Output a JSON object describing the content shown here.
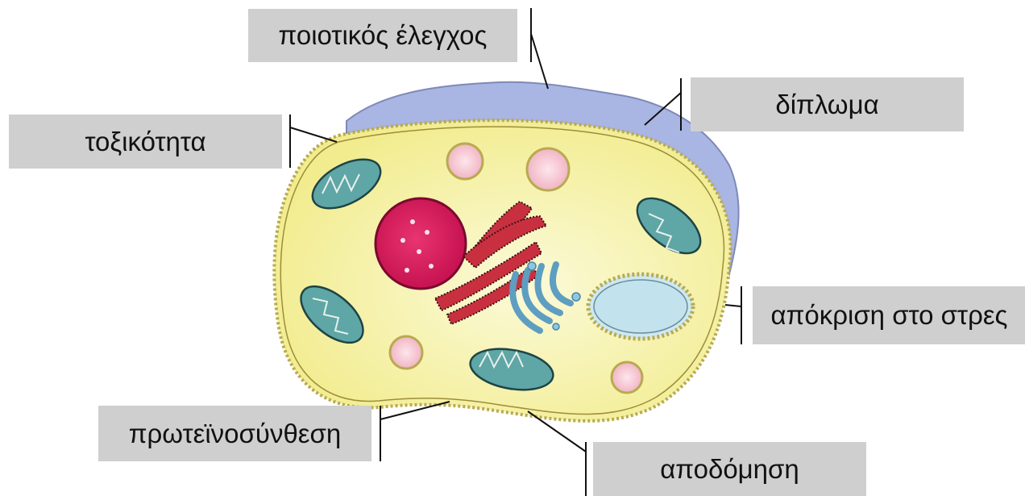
{
  "labels": {
    "quality_control": "ποιοτικός έλεγχος",
    "folding": "δίπλωμα",
    "toxicity": "τοξικότητα",
    "stress_response": "απόκριση στο στρες",
    "protein_synthesis": "πρωτεϊνοσύνθεση",
    "degradation": "αποδόμηση"
  },
  "colors": {
    "label_background": "#cfcfcf",
    "cytoplasm": "#f6f3a0",
    "membrane": "#e0d878",
    "outer_layer": "#aab4e0",
    "nucleus": "#d8185a",
    "endoplasmic_reticulum": "#c8303e",
    "golgi": "#8ec8e0",
    "mitochondria": "#5fa8a8",
    "vesicle": "#f4c0cc",
    "vacuole": "#c8e6ee"
  }
}
